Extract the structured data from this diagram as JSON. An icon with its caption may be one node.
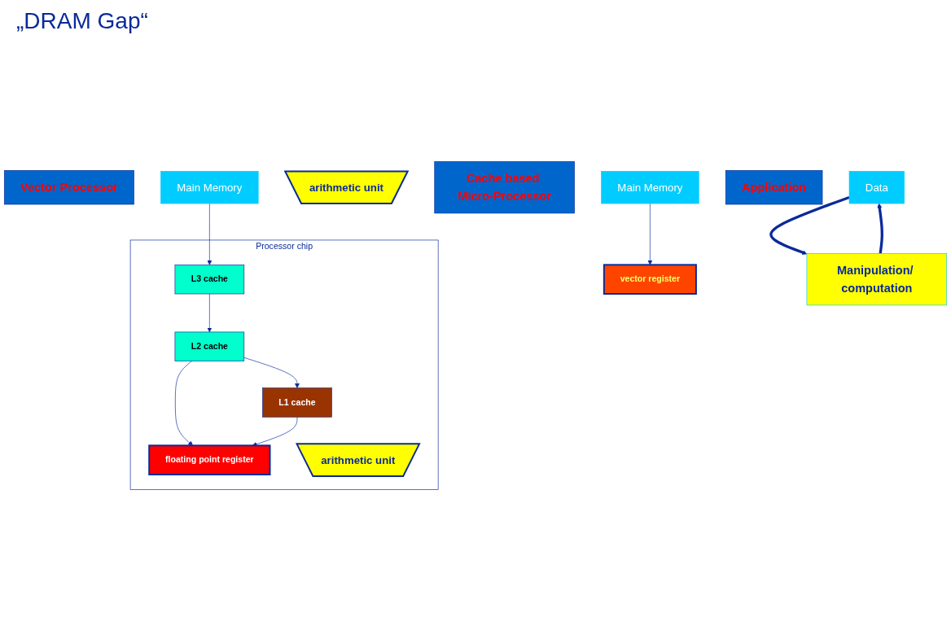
{
  "diagram": {
    "nodes": [
      {
        "text": [
          "Vector Processor"
        ]
      },
      {
        "text": [
          "Main Memory"
        ]
      },
      {
        "text": [
          "vector register"
        ]
      },
      {
        "text": [
          "arithmetic unit"
        ]
      },
      {
        "text": [
          "Cache based Micro-Processor"
        ]
      },
      {
        "text": [
          "Main Memory"
        ]
      },
      {
        "text": [
          "Processor chip"
        ]
      },
      {
        "text": [
          "L3 cache"
        ],
        "in": 6
      },
      {
        "text": [
          "L2 cache"
        ],
        "in": 6
      },
      {
        "text": [
          "L1 cache"
        ],
        "in": 6
      },
      {
        "text": [
          "floating point register"
        ],
        "in": 6
      },
      {
        "text": [
          "arithmetic unit"
        ],
        "in": 6
      },
      {
        "text": [
          "Application"
        ]
      },
      {
        "text": [
          "Data"
        ]
      },
      {
        "text": [
          "Manipulation/ computation"
        ]
      }
    ],
    "edges": [
      {
        "from": 1,
        "to": 2,
        "arrow": "to"
      },
      {
        "from": 5,
        "to": 7,
        "arrow": "to"
      },
      {
        "from": 7,
        "to": 8,
        "arrow": "to"
      },
      {
        "from": 8,
        "to": 10,
        "arrow": "to"
      },
      {
        "from": 8,
        "to": 9,
        "arrow": "to"
      },
      {
        "from": 9,
        "to": 10,
        "arrow": "to"
      },
      {
        "from": 13,
        "to": 14,
        "arrow": "to",
        "style": "thick",
        "color": "#0a2a9a"
      },
      {
        "from": 14,
        "to": 13,
        "arrow": "to",
        "style": "thick",
        "color": "#0a2a9a"
      }
    ],
    "labels": [
      "„DRAM Gap“"
    ]
  }
}
